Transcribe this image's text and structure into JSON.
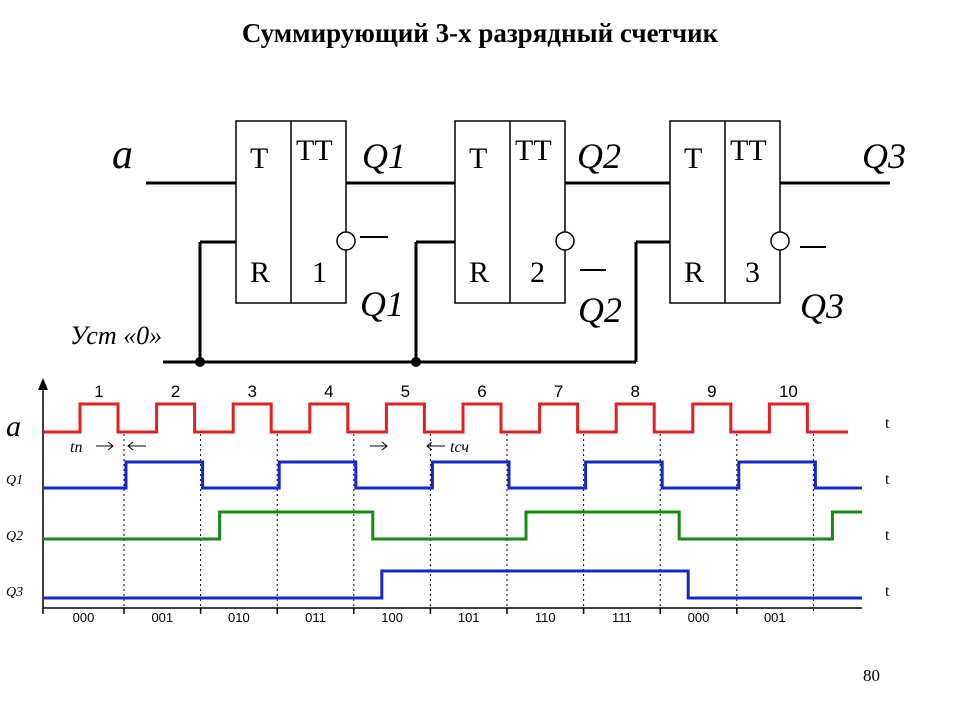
{
  "title": "Суммирующий 3-х разрядный счетчик",
  "slide_number": "80",
  "schematic": {
    "input_label": "a",
    "reset_label": "Уст «0»",
    "flipflops": [
      {
        "t": "T",
        "r": "R",
        "type": "TT",
        "number": "1",
        "q": "Q1",
        "nq": "Q1"
      },
      {
        "t": "T",
        "r": "R",
        "type": "TT",
        "number": "2",
        "q": "Q2",
        "nq": "Q2"
      },
      {
        "t": "T",
        "r": "R",
        "type": "TT",
        "number": "3",
        "q": "Q3",
        "nq": "Q3"
      }
    ]
  },
  "timing": {
    "pulse_numbers": [
      "1",
      "2",
      "3",
      "4",
      "5",
      "6",
      "7",
      "8",
      "9",
      "10"
    ],
    "signals": [
      {
        "name": "a",
        "axis": "t",
        "color": "#e32020"
      },
      {
        "name": "Q1",
        "axis": "t",
        "color": "#1428c8"
      },
      {
        "name": "Q2",
        "axis": "t",
        "color": "#138a13"
      },
      {
        "name": "Q3",
        "axis": "t",
        "color": "#1428c8"
      }
    ],
    "t_n_label": "tп",
    "t_cch_label": "tсч",
    "codes": [
      "000",
      "001",
      "010",
      "011",
      "100",
      "101",
      "110",
      "111",
      "000",
      "001"
    ]
  }
}
